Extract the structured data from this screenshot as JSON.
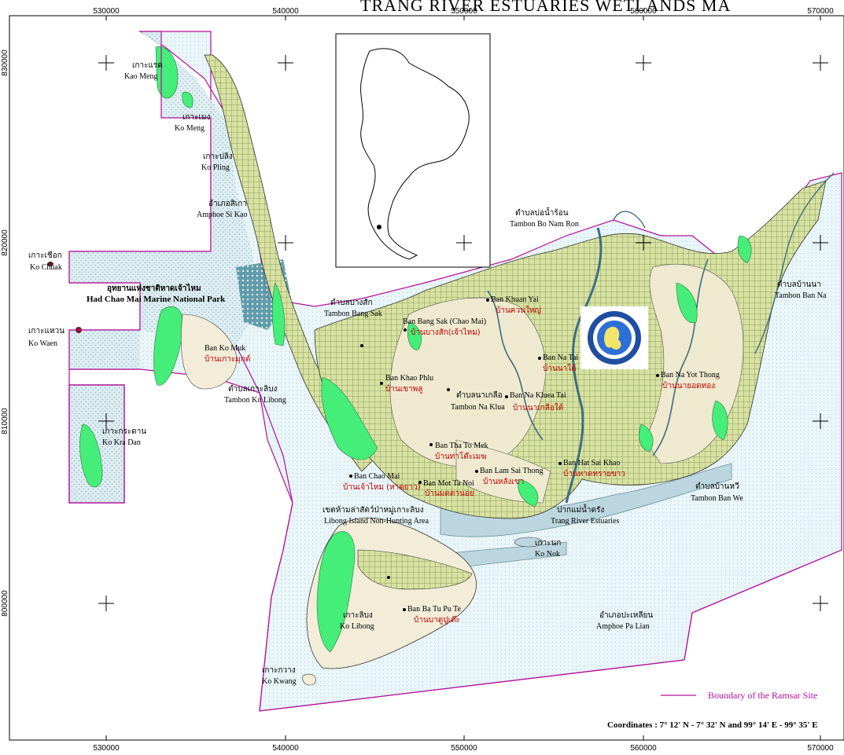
{
  "map": {
    "title": "TRANG RIVER ESTUARIES WETLANDS MA",
    "legend_label": "Boundary of the Ramsar Site",
    "coordinates_text": "Coordinates : 7° 12' N - 7° 32' N and 99° 14' E - 99° 35' E",
    "x_ticks": [
      "530000",
      "540000",
      "550000",
      "560000",
      "570000"
    ],
    "y_ticks": [
      "830000",
      "820000",
      "810000",
      "800000"
    ],
    "colors": {
      "sea": "#dcecf0",
      "mangrove": "#d9e3a8",
      "forest": "#44ee78",
      "settlement": "#efe7cf",
      "boundary": "#b4109a",
      "mudflat": "#e8f4f8"
    },
    "places": [
      {
        "th": "เกาะแรด",
        "en": "Kao Meng"
      },
      {
        "th": "เกาะเมง",
        "en": "Ko Meng"
      },
      {
        "th": "เกาะปลิง",
        "en": "Ko Pling"
      },
      {
        "th": "อำเภอสิเกา",
        "en": "Amphoe Si Kao"
      },
      {
        "th": "เกาะเชือก",
        "en": "Ko Chuak"
      },
      {
        "th": "อุทยานแห่งชาติหาดเจ้าไหม",
        "en": "Had Chao Mai Marine National Park"
      },
      {
        "th": "เกาะแหวน",
        "en": "Ko Waen"
      },
      {
        "th": "บ้านเกาะมุกต์",
        "en": "Ban Ko Muk"
      },
      {
        "th": "ตำบลเกาะลิบง",
        "en": "Tambon Ko Libong"
      },
      {
        "th": "เกาะกระดาน",
        "en": "Ko Kra Dan"
      },
      {
        "th": "ตำบลบางสัก",
        "en": "Tambon Bang Sak"
      },
      {
        "th": "ตำบลบ่อน้ำร้อน",
        "en": "Tambon Bo Nam Ron"
      },
      {
        "th": "ตำบลบ้านนา",
        "en": "Tambon Ban Na"
      },
      {
        "th": "ตำบลนาเกลือ",
        "en": "Tambon Na Klua"
      },
      {
        "th": "เขตห้ามล่าสัตว์ป่าหมู่เกาะลิบง",
        "en": "Libong Island Non-Hunting Area"
      },
      {
        "th": "ปากแม่น้ำตรัง",
        "en": "Trang River Estuaries"
      },
      {
        "th": "ตำบลบ้านหวี",
        "en": "Tambon Ban We"
      },
      {
        "th": "เกาะนก",
        "en": "Ko Nok"
      },
      {
        "th": "อำเภอปะเหลียน",
        "en": "Amphoe Pa Lian"
      },
      {
        "th": "เกาะลิบง",
        "en": "Ko Libong"
      },
      {
        "th": "เกาะกวาง",
        "en": "Ko Kwang"
      }
    ],
    "villages": [
      {
        "en": "Ban Bang Sak (Chao Mai)",
        "th": "บ้านบางสัก(เจ้าไหม)"
      },
      {
        "en": "Ban Khao Phlu",
        "th": "บ้านเขาพลู"
      },
      {
        "en": "Ban Tha To Mek",
        "th": "บ้านท่าโต๊ะเมฆ"
      },
      {
        "en": "Ban Chao Mai",
        "th": "บ้านเจ้าไหม (หาดยาว)"
      },
      {
        "en": "Ban Mot Ta Noi",
        "th": "บ้านมดตานอย"
      },
      {
        "en": "Ban Na Kluea Tai",
        "th": "บ้านนาเกลือใต้"
      },
      {
        "en": "Ban Hat Sai Khao",
        "th": "บ้านหาดทรายขาว"
      },
      {
        "en": "Ban Na Yot Thong",
        "th": "บ้านนายอดทอง"
      },
      {
        "en": "Ban Ba Tu Pu Te",
        "th": "บ้านบาตูปูเต๊ะ"
      },
      {
        "en": "Ban Lam Sai Thong",
        "th": "บ้านหลังเขา"
      },
      {
        "en": "Ban Khuan Yai",
        "th": "บ้านควนใหญ่"
      },
      {
        "en": "Ban Na Tai",
        "th": "บ้านนาใต้"
      }
    ]
  }
}
